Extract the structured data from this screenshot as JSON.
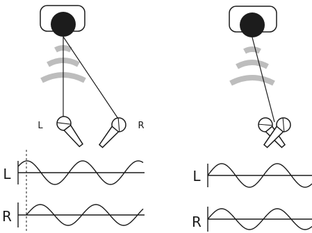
{
  "colors": {
    "ink": "#1a1a1a",
    "source": "#1c1c1c",
    "wave_arcs": "#bdbdbd",
    "background": "#ffffff"
  },
  "left_setup": {
    "mic_left_label": "L",
    "mic_right_label": "R",
    "trace_left_label": "L",
    "trace_right_label": "R",
    "icons": [
      "speaker-icon",
      "sound-wave-icon",
      "microphone-icon"
    ]
  },
  "right_setup": {
    "trace_left_label": "L",
    "trace_right_label": "R",
    "icons": [
      "speaker-icon",
      "sound-wave-icon",
      "microphone-icon"
    ]
  }
}
